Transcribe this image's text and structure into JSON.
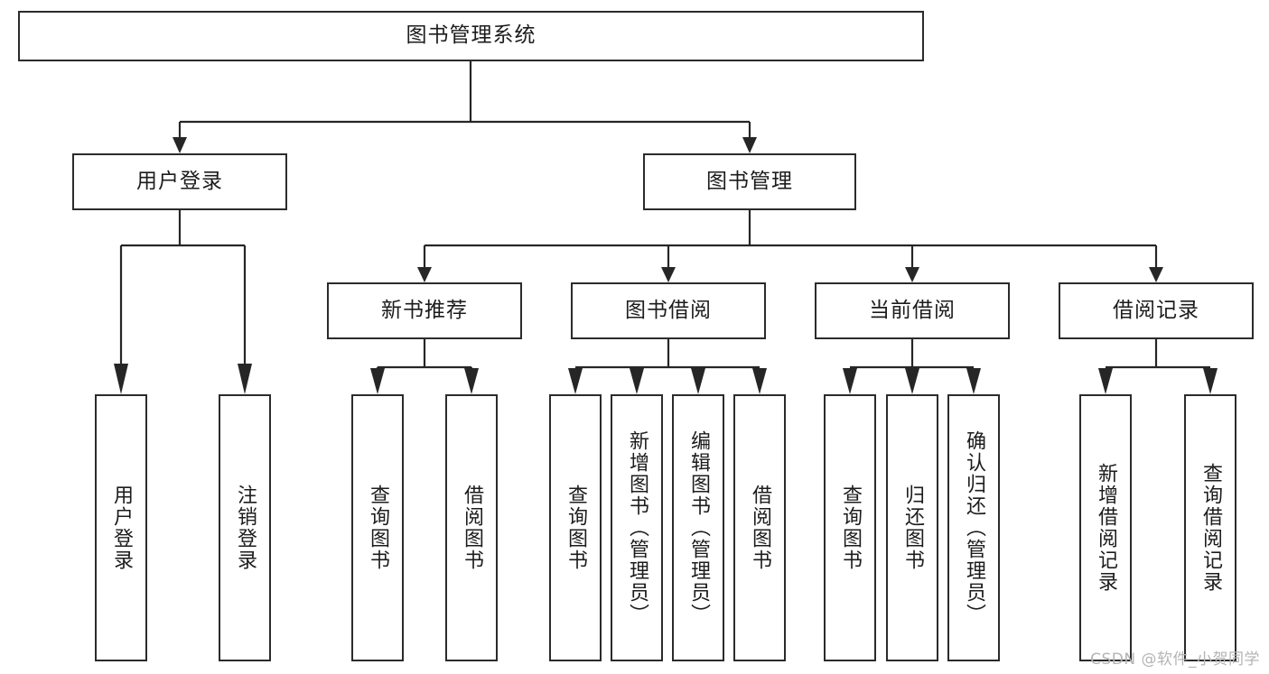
{
  "diagram": {
    "title": "图书管理系统",
    "type": "tree-hierarchy",
    "nodes": {
      "root": {
        "label": "图书管理系统"
      },
      "level2": [
        {
          "id": "user-login",
          "label": "用户登录"
        },
        {
          "id": "book-management",
          "label": "图书管理"
        }
      ],
      "level3": [
        {
          "id": "new-book-recommend",
          "label": "新书推荐",
          "parent": "book-management"
        },
        {
          "id": "book-borrow",
          "label": "图书借阅",
          "parent": "book-management"
        },
        {
          "id": "current-borrow",
          "label": "当前借阅",
          "parent": "book-management"
        },
        {
          "id": "borrow-record",
          "label": "借阅记录",
          "parent": "book-management"
        }
      ],
      "leaves": {
        "user-login": [
          {
            "id": "leaf-user-login",
            "label": "用户登录"
          },
          {
            "id": "leaf-user-logout",
            "label": "注销登录"
          }
        ],
        "new-book-recommend": [
          {
            "id": "leaf-query-book-1",
            "label": "查询图书"
          },
          {
            "id": "leaf-borrow-book-1",
            "label": "借阅图书"
          }
        ],
        "book-borrow": [
          {
            "id": "leaf-query-book-2",
            "label": "查询图书"
          },
          {
            "id": "leaf-add-book",
            "label": "新增图书（管理员）"
          },
          {
            "id": "leaf-edit-book",
            "label": "编辑图书（管理员）"
          },
          {
            "id": "leaf-borrow-book-2",
            "label": "借阅图书"
          }
        ],
        "current-borrow": [
          {
            "id": "leaf-query-book-3",
            "label": "查询图书"
          },
          {
            "id": "leaf-return-book",
            "label": "归还图书"
          },
          {
            "id": "leaf-confirm-return",
            "label": "确认归还（管理员）"
          }
        ],
        "borrow-record": [
          {
            "id": "leaf-add-record",
            "label": "新增借阅记录"
          },
          {
            "id": "leaf-query-record",
            "label": "查询借阅记录"
          }
        ]
      }
    },
    "colors": {
      "border": "#2b2b2b",
      "connector": "#262626",
      "background": "#ffffff",
      "text": "#1c1c1c",
      "watermark": "#b4b4b4"
    }
  },
  "watermark": {
    "text": "CSDN @软件_小贺同学"
  }
}
